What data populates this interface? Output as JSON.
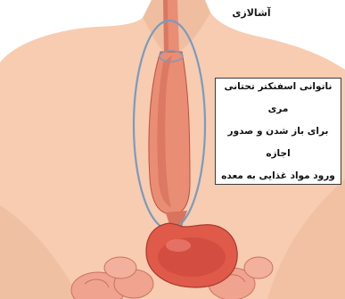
{
  "title": "آشالازی",
  "callout": {
    "lines": [
      "ناتوانی اسفنکتر تحتانی مری",
      "برای باز شدن و صدور اجازه",
      "ورود مواد غذایی به معده"
    ]
  },
  "colors": {
    "skin": "#f7ccb0",
    "skin_shadow": "#eab395",
    "esophagus": "#e98d75",
    "esophagus_dark": "#cf6a55",
    "stomach": "#e05a4a",
    "stomach_inner": "#c8443a",
    "intestine": "#f0a38e",
    "highlight_ring": "#7a9bbf"
  },
  "icons": {
    "torso": "human-torso-illustration",
    "esophagus": "esophagus-illustration",
    "stomach": "stomach-illustration",
    "intestines": "intestines-illustration"
  }
}
